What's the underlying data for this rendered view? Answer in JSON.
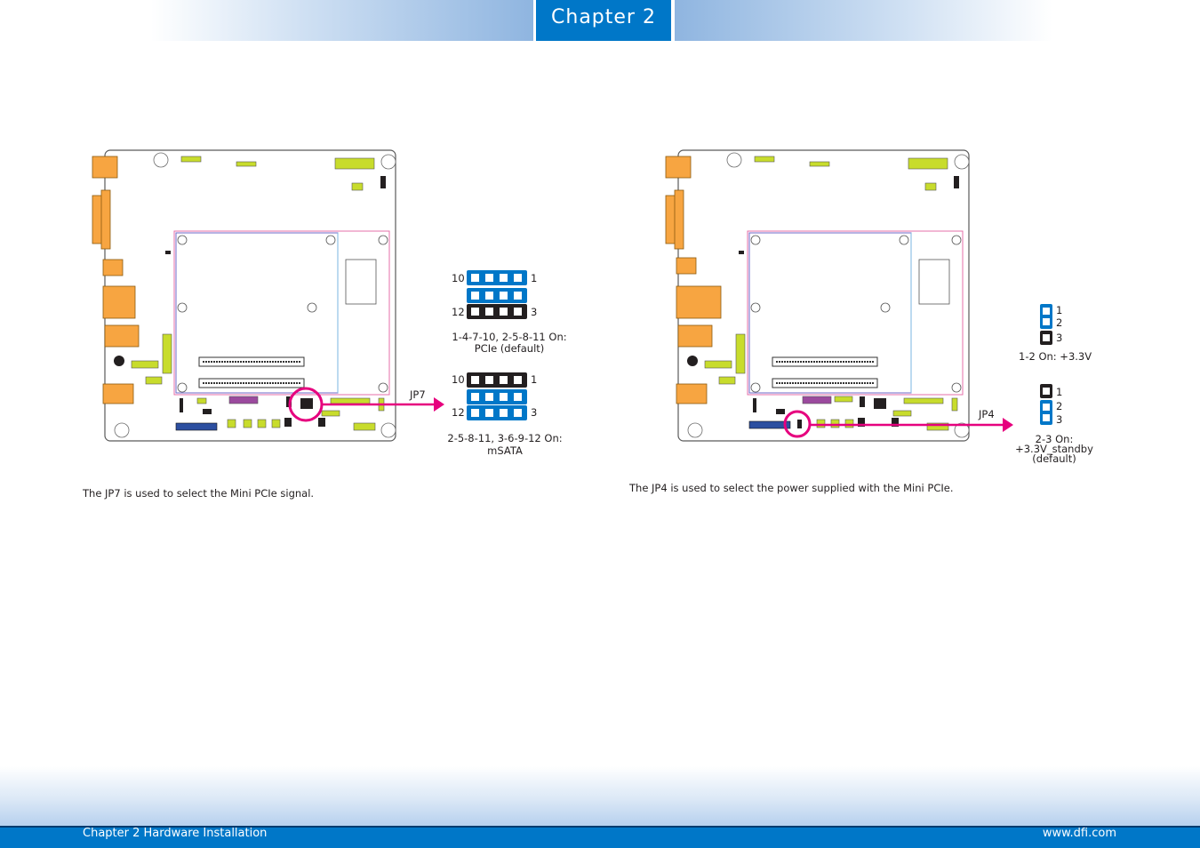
{
  "header": {
    "chapter_tab": "Chapter 2"
  },
  "left_panel": {
    "connector_label": "JP7",
    "pin_top_left": "10",
    "pin_top_right": "1",
    "pin_bottom_left": "12",
    "pin_bottom_right": "3",
    "setting1_line1": "1-4-7-10, 2-5-8-11 On:",
    "setting1_line2": "PCIe (default)",
    "pin2_top_left": "10",
    "pin2_top_right": "1",
    "pin2_bottom_left": "12",
    "pin2_bottom_right": "3",
    "setting2_line1": "2-5-8-11, 3-6-9-12  On:",
    "setting2_line2": "mSATA",
    "description": "The JP7 is used to select the Mini PCIe signal."
  },
  "right_panel": {
    "connector_label": "JP4",
    "s1_pins": [
      "1",
      "2",
      "3"
    ],
    "setting1": "1-2 On: +3.3V",
    "s2_pins": [
      "1",
      "2",
      "3"
    ],
    "setting2_line1": "2-3 On:",
    "setting2_line2": "+3.3V_standby",
    "setting2_line3": "(default)",
    "description": "The JP4 is used to select the power supplied with the Mini PCIe."
  },
  "footer": {
    "left": "Chapter 2 Hardware Installation",
    "right": "www.dfi.com"
  },
  "colors": {
    "brand_blue": "#0077c8",
    "highlight_magenta": "#e6007e",
    "jumper_black": "#231f20",
    "board_orange": "#f7a541",
    "board_lime": "#c8dc2c"
  }
}
